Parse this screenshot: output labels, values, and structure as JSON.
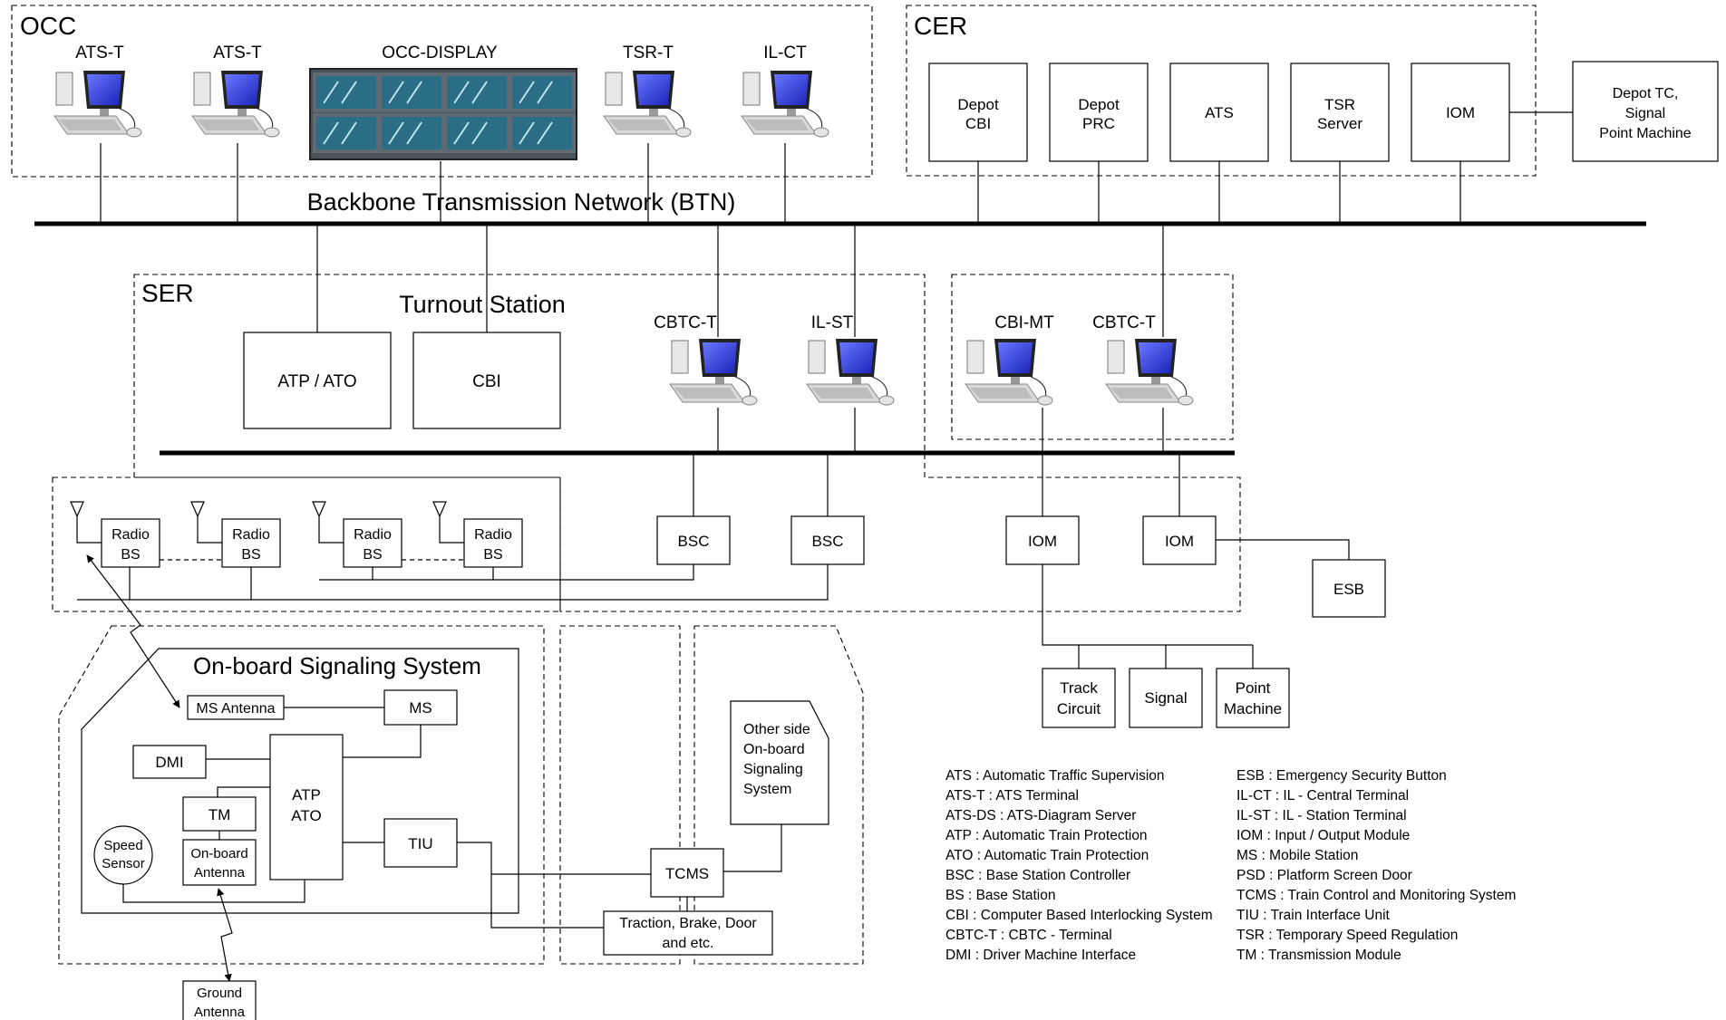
{
  "zones": {
    "occ": "OCC",
    "cer": "CER",
    "ser": "SER",
    "turnout_station": "Turnout Station",
    "onboard": "On-board Signaling System"
  },
  "network": {
    "btn": "Backbone Transmission Network (BTN)"
  },
  "occ_terminals": [
    "ATS-T",
    "ATS-T",
    "OCC-DISPLAY",
    "TSR-T",
    "IL-CT"
  ],
  "cer_boxes": [
    {
      "l1": "Depot",
      "l2": "CBI"
    },
    {
      "l1": "Depot",
      "l2": "PRC"
    },
    {
      "l1": "ATS",
      "l2": ""
    },
    {
      "l1": "TSR",
      "l2": "Server"
    },
    {
      "l1": "IOM",
      "l2": ""
    }
  ],
  "depot_tc": [
    "Depot TC,",
    "Signal",
    "Point Machine"
  ],
  "ser": {
    "atp_ato": "ATP / ATO",
    "cbi": "CBI",
    "terminals": [
      "CBTC-T",
      "IL-ST",
      "CBI-MT",
      "CBTC-T"
    ]
  },
  "radio_bs": {
    "l1": "Radio",
    "l2": "BS"
  },
  "bsc": "BSC",
  "iom": "IOM",
  "esb": "ESB",
  "field": [
    {
      "l1": "Track",
      "l2": "Circuit"
    },
    {
      "l1": "Signal",
      "l2": ""
    },
    {
      "l1": "Point",
      "l2": "Machine"
    }
  ],
  "onboard": {
    "ms_antenna": "MS Antenna",
    "ms": "MS",
    "dmi": "DMI",
    "atp_ato": [
      "ATP",
      "ATO"
    ],
    "tm": "TM",
    "onboard_antenna": [
      "On-board",
      "Antenna"
    ],
    "speed_sensor": [
      "Speed",
      "Sensor"
    ],
    "tiu": "TIU"
  },
  "tcms": "TCMS",
  "traction": [
    "Traction, Brake, Door",
    "and etc."
  ],
  "other_side": [
    "Other side",
    "On-board",
    "Signaling",
    "System"
  ],
  "ground_antenna": [
    "Ground",
    "Antenna"
  ],
  "legend_left": [
    "ATS : Automatic Traffic Supervision",
    "ATS-T : ATS Terminal",
    "ATS-DS : ATS-Diagram Server",
    "ATP : Automatic Train Protection",
    "ATO : Automatic Train Protection",
    "BSC : Base Station Controller",
    "BS : Base Station",
    "CBI : Computer Based Interlocking System",
    "CBTC-T : CBTC - Terminal",
    "DMI : Driver Machine Interface"
  ],
  "legend_right": [
    "ESB : Emergency Security Button",
    "IL-CT : IL - Central Terminal",
    "IL-ST : IL - Station Terminal",
    "IOM : Input / Output Module",
    "MS : Mobile Station",
    "PSD : Platform Screen Door",
    "TCMS : Train Control and Monitoring System",
    "TIU : Train Interface Unit",
    "TSR : Temporary Speed Regulation",
    "TM : Transmission Module"
  ]
}
